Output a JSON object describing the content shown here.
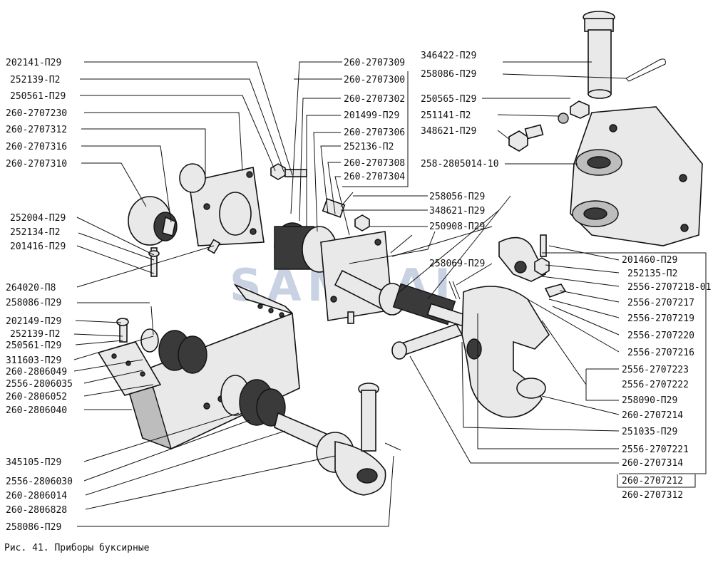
{
  "caption": "Рис. 41. Приборы буксирные",
  "watermark": "SAMSAI",
  "labels_left": [
    "202141-П29",
    "252139-П2",
    "250561-П29",
    "260-2707230",
    "260-2707312",
    "260-2707316",
    "260-2707310",
    "252004-П29",
    "252134-П2",
    "201416-П29",
    "264020-П8",
    "258086-П29",
    "202149-П29",
    "252139-П2",
    "250561-П29",
    "311603-П29",
    "260-2806049",
    "2556-2806035",
    "260-2806052",
    "260-2806040",
    "345105-П29",
    "2556-2806030",
    "260-2806014",
    "260-2806828",
    "258086-П29"
  ],
  "labels_mid": [
    "260-2707309",
    "260-2707300",
    "260-2707302",
    "201499-П29",
    "260-2707306",
    "252136-П2",
    "260-2707308",
    "260-2707304",
    "258056-П29",
    "348621-П29",
    "250908-П29",
    "258069-П29"
  ],
  "labels_right_top": [
    "346422-П29",
    "258086-П29",
    "250565-П29",
    "251141-П2",
    "348621-П29",
    "258-2805014-10"
  ],
  "labels_right": [
    "201460-П29",
    "252135-П2",
    "2556-2707218-01",
    "2556-2707217",
    "2556-2707219",
    "2556-2707220",
    "2556-2707216",
    "2556-2707223",
    "2556-2707222",
    "258090-П29",
    "260-2707214",
    "251035-П29",
    "2556-2707221",
    "260-2707314",
    "260-2707212",
    "260-2707312"
  ]
}
